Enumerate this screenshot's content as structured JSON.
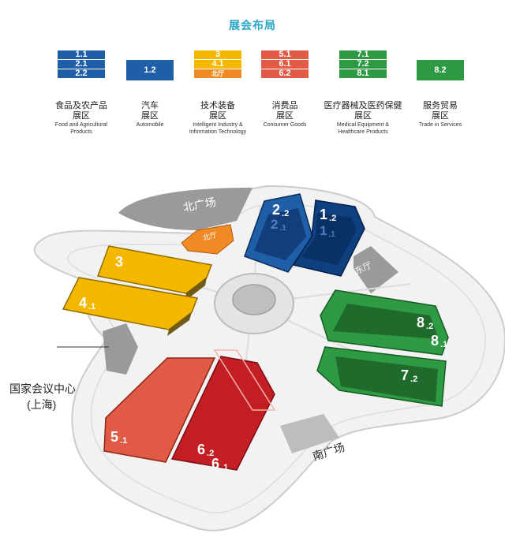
{
  "title": "展会布局",
  "legend": [
    {
      "halls": [
        "1.1",
        "2.1",
        "2.2"
      ],
      "name_cn": "食品及农产品",
      "name_cn2": "展区",
      "name_en": [
        "Food and Agricultural",
        "Products"
      ],
      "color": "#1f5fa8"
    },
    {
      "halls": [
        "1.2"
      ],
      "name_cn": "汽车",
      "name_cn2": "展区",
      "name_en": [
        "Automobile"
      ],
      "color": "#1f5fa8"
    },
    {
      "halls": [
        "3",
        "4.1",
        "北厅"
      ],
      "name_cn": "技术装备",
      "name_cn2": "展区",
      "name_en": [
        "Intelligent Industry &",
        "Information Technology"
      ],
      "color": "#f5b800"
    },
    {
      "halls": [
        "5.1",
        "6.1",
        "6.2"
      ],
      "name_cn": "消费品",
      "name_cn2": "展区",
      "name_en": [
        "Consumer Goods"
      ],
      "color": "#e05a45"
    },
    {
      "halls": [
        "7.1",
        "7.2",
        "8.1"
      ],
      "name_cn": "医疗器械及医药保健",
      "name_cn2": "展区",
      "name_en": [
        "Medical Equipment &",
        "Healthcare Products"
      ],
      "color": "#2e9a43"
    },
    {
      "halls": [
        "8.2"
      ],
      "name_cn": "服务贸易",
      "name_cn2": "展区",
      "name_en": [
        "Trade in Services"
      ],
      "color": "#2e9a43"
    }
  ],
  "map": {
    "north_plaza": "北广场",
    "south_plaza": "南广场",
    "north_hall": "北厅",
    "east_hall": "东厅",
    "center_name": "国家会议中心",
    "center_city": "(上海)",
    "halls": [
      {
        "main": "1",
        "sub": "2"
      },
      {
        "main": "1",
        "sub": "1"
      },
      {
        "main": "2",
        "sub": "2"
      },
      {
        "main": "2",
        "sub": "1"
      },
      {
        "main": "3",
        "sub": ""
      },
      {
        "main": "4",
        "sub": "1"
      },
      {
        "main": "5",
        "sub": "1"
      },
      {
        "main": "6",
        "sub": "2"
      },
      {
        "main": "6",
        "sub": "1"
      },
      {
        "main": "7",
        "sub": "2"
      },
      {
        "main": "8",
        "sub": "2"
      },
      {
        "main": "8",
        "sub": "1"
      }
    ]
  },
  "colors": {
    "blue": "#1f5fa8",
    "navy": "#0e3f7f",
    "yellow": "#f5b800",
    "orange": "#f08a24",
    "red": "#e05a45",
    "darkred": "#c41e25",
    "green": "#2e9a43",
    "darkgreen": "#1f6b2c"
  }
}
